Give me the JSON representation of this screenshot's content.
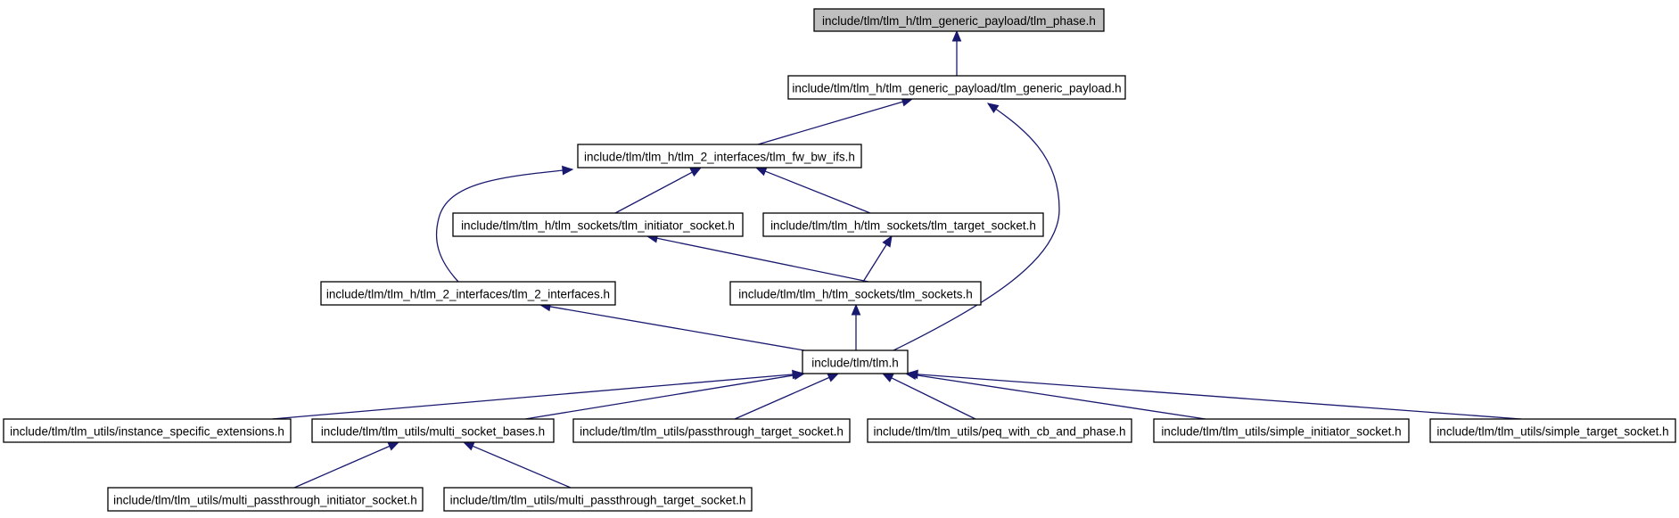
{
  "graph": {
    "nodes": [
      {
        "id": "tlm_phase",
        "label": "include/tlm/tlm_h/tlm_generic_payload/tlm_phase.h",
        "highlighted": true
      },
      {
        "id": "tlm_generic_payload",
        "label": "include/tlm/tlm_h/tlm_generic_payload/tlm_generic_payload.h"
      },
      {
        "id": "tlm_fw_bw_ifs",
        "label": "include/tlm/tlm_h/tlm_2_interfaces/tlm_fw_bw_ifs.h"
      },
      {
        "id": "tlm_initiator_socket",
        "label": "include/tlm/tlm_h/tlm_sockets/tlm_initiator_socket.h"
      },
      {
        "id": "tlm_target_socket",
        "label": "include/tlm/tlm_h/tlm_sockets/tlm_target_socket.h"
      },
      {
        "id": "tlm_2_interfaces",
        "label": "include/tlm/tlm_h/tlm_2_interfaces/tlm_2_interfaces.h"
      },
      {
        "id": "tlm_sockets",
        "label": "include/tlm/tlm_h/tlm_sockets/tlm_sockets.h"
      },
      {
        "id": "tlm",
        "label": "include/tlm/tlm.h"
      },
      {
        "id": "instance_specific_extensions",
        "label": "include/tlm/tlm_utils/instance_specific_extensions.h"
      },
      {
        "id": "multi_socket_bases",
        "label": "include/tlm/tlm_utils/multi_socket_bases.h"
      },
      {
        "id": "passthrough_target_socket",
        "label": "include/tlm/tlm_utils/passthrough_target_socket.h"
      },
      {
        "id": "peq_with_cb_and_phase",
        "label": "include/tlm/tlm_utils/peq_with_cb_and_phase.h"
      },
      {
        "id": "simple_initiator_socket",
        "label": "include/tlm/tlm_utils/simple_initiator_socket.h"
      },
      {
        "id": "simple_target_socket",
        "label": "include/tlm/tlm_utils/simple_target_socket.h"
      },
      {
        "id": "multi_passthrough_initiator_socket",
        "label": "include/tlm/tlm_utils/multi_passthrough_initiator_socket.h"
      },
      {
        "id": "multi_passthrough_target_socket",
        "label": "include/tlm/tlm_utils/multi_passthrough_target_socket.h"
      }
    ],
    "edges": [
      {
        "from": "tlm_generic_payload",
        "to": "tlm_phase"
      },
      {
        "from": "tlm_fw_bw_ifs",
        "to": "tlm_generic_payload"
      },
      {
        "from": "tlm",
        "to": "tlm_generic_payload"
      },
      {
        "from": "tlm_2_interfaces",
        "to": "tlm_fw_bw_ifs"
      },
      {
        "from": "tlm_initiator_socket",
        "to": "tlm_fw_bw_ifs"
      },
      {
        "from": "tlm_target_socket",
        "to": "tlm_fw_bw_ifs"
      },
      {
        "from": "tlm_sockets",
        "to": "tlm_initiator_socket"
      },
      {
        "from": "tlm_sockets",
        "to": "tlm_target_socket"
      },
      {
        "from": "tlm",
        "to": "tlm_2_interfaces"
      },
      {
        "from": "tlm",
        "to": "tlm_sockets"
      },
      {
        "from": "instance_specific_extensions",
        "to": "tlm"
      },
      {
        "from": "multi_socket_bases",
        "to": "tlm"
      },
      {
        "from": "passthrough_target_socket",
        "to": "tlm"
      },
      {
        "from": "peq_with_cb_and_phase",
        "to": "tlm"
      },
      {
        "from": "simple_initiator_socket",
        "to": "tlm"
      },
      {
        "from": "simple_target_socket",
        "to": "tlm"
      },
      {
        "from": "multi_passthrough_initiator_socket",
        "to": "multi_socket_bases"
      },
      {
        "from": "multi_passthrough_target_socket",
        "to": "multi_socket_bases"
      }
    ]
  },
  "colors": {
    "edge": "#191970",
    "root_fill": "#bfbfbf",
    "node_fill": "#ffffff",
    "node_border": "#000000"
  }
}
